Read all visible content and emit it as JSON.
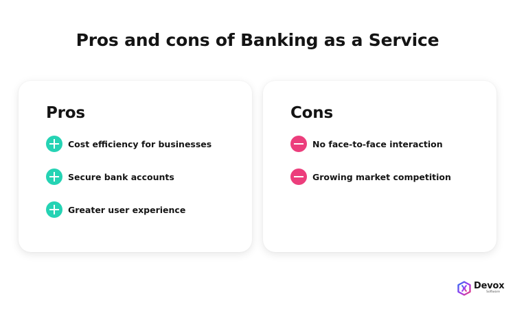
{
  "title": "Pros and cons of Banking as a Service",
  "pros": {
    "heading": "Pros",
    "icon": "plus-circle-icon",
    "color": "#25d3b4",
    "items": [
      {
        "label": "Cost efficiency for businesses"
      },
      {
        "label": "Secure bank accounts"
      },
      {
        "label": "Greater user experience"
      }
    ]
  },
  "cons": {
    "heading": "Cons",
    "icon": "minus-circle-icon",
    "color": "#ec3e7c",
    "items": [
      {
        "label": "No face-to-face interaction"
      },
      {
        "label": "Growing market competition"
      }
    ]
  },
  "logo": {
    "name": "Devox",
    "subtitle": "Software",
    "icon": "devox-logo-icon",
    "colors": [
      "#2d6ff0",
      "#9b3cf0",
      "#ec3e7c"
    ]
  }
}
